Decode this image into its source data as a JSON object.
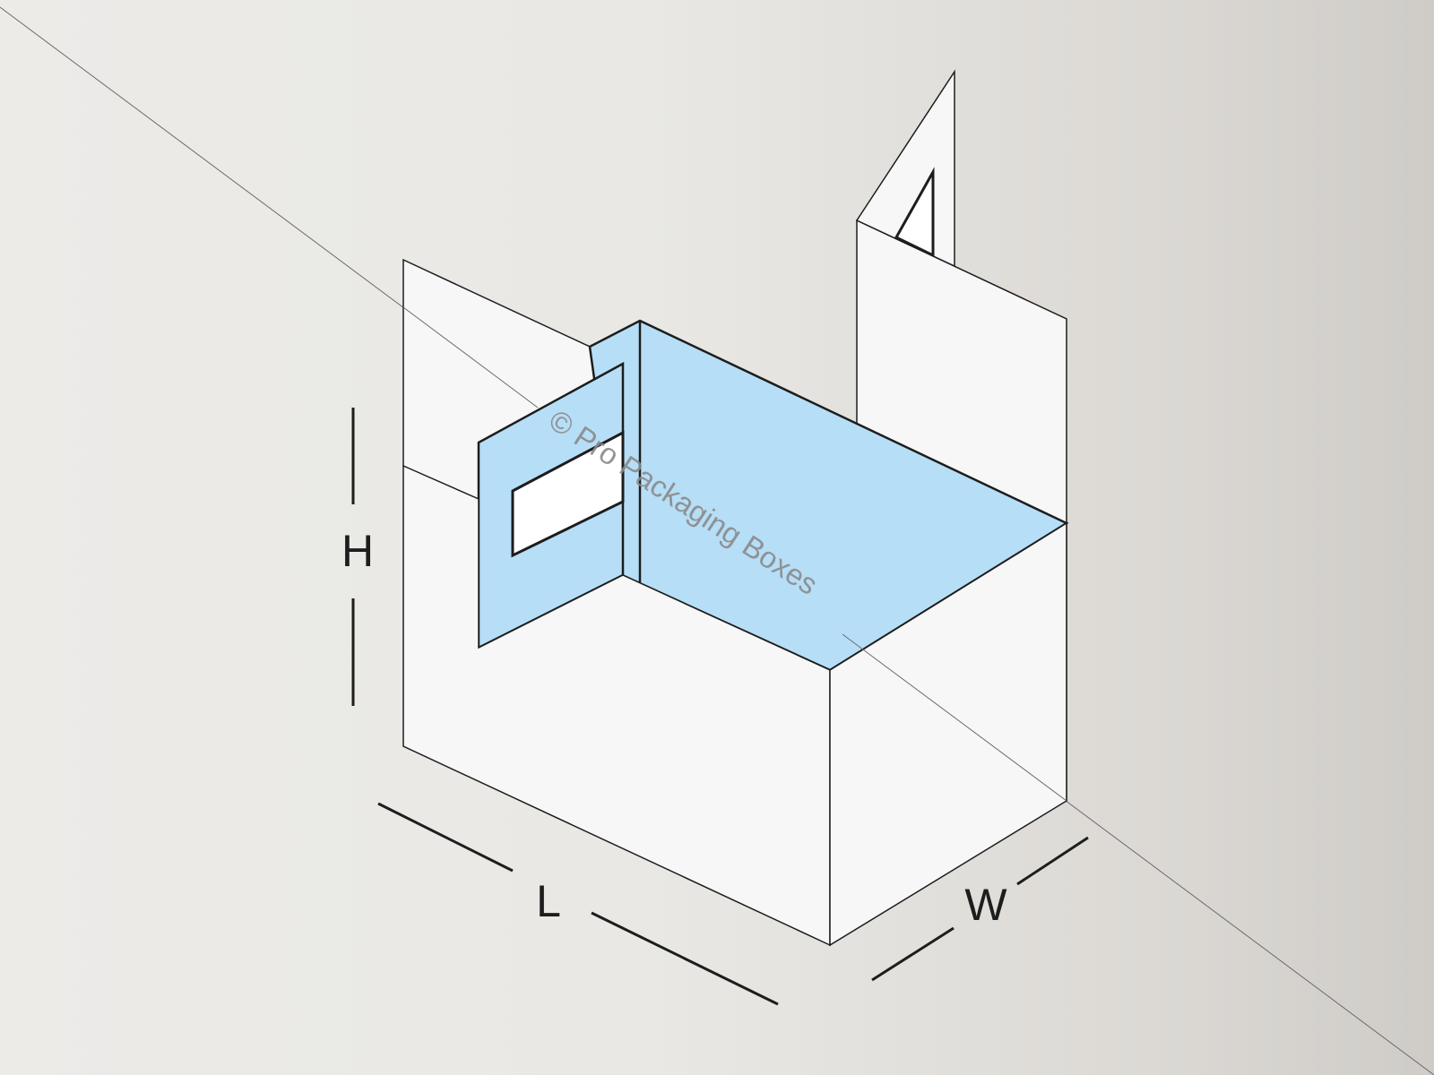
{
  "dimensions": {
    "height_label": "H",
    "length_label": "L",
    "width_label": "W"
  },
  "watermark": {
    "text": "© Pro Packaging Boxes"
  },
  "colors": {
    "background_left": "#ecebe8",
    "background_right": "#cfccc8",
    "panel_white": "#f7f7f7",
    "panel_blue": "#b6def7",
    "line_dark": "#1d1d1d"
  }
}
